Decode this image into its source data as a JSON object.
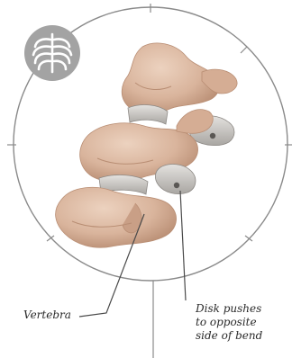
{
  "labels": {
    "vertebra": "Vertebra",
    "disk": [
      "Disk pushes",
      "to opposite",
      "side of bend"
    ]
  },
  "icons": {
    "badge": "ribcage-icon"
  },
  "colors": {
    "badge": "#a3a3a3",
    "bone": "#d9b49c",
    "bone_shadow": "#b98e74",
    "disk": "#c9c6c2",
    "circle": "#8a8a8a",
    "leader_line": "#4a4a4a"
  }
}
